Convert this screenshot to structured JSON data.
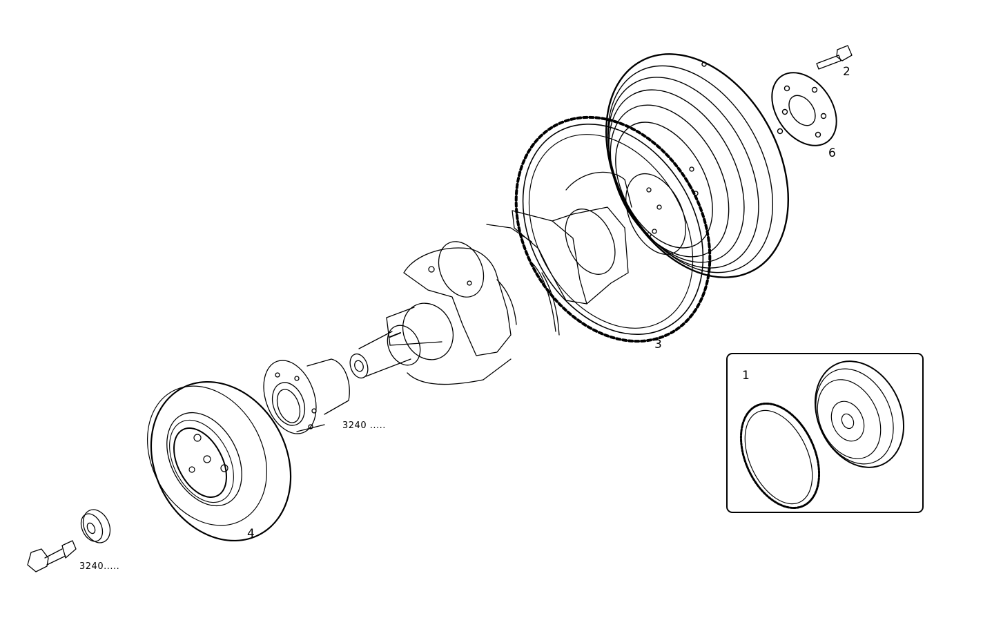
{
  "diagram": {
    "type": "exploded-parts-view",
    "subject": "crankshaft, flywheel, ring gear, damper pulley",
    "line_color": "#000000",
    "background": "#ffffff"
  },
  "callouts": [
    {
      "id": "1",
      "label": "1",
      "part": "flywheel with ring gear assembly (inset)"
    },
    {
      "id": "2",
      "label": "2",
      "part": "flywheel bolt"
    },
    {
      "id": "3",
      "label": "3",
      "part": "ring gear"
    },
    {
      "id": "4",
      "label": "4",
      "part": "vibration damper pulley"
    },
    {
      "id": "6",
      "label": "6",
      "part": "bolt plate / washer"
    }
  ],
  "references": [
    {
      "id": "ref-hub",
      "label": "3240 ....."
    },
    {
      "id": "ref-bolt",
      "label": "3240....."
    }
  ],
  "inset": {
    "label": "1"
  }
}
